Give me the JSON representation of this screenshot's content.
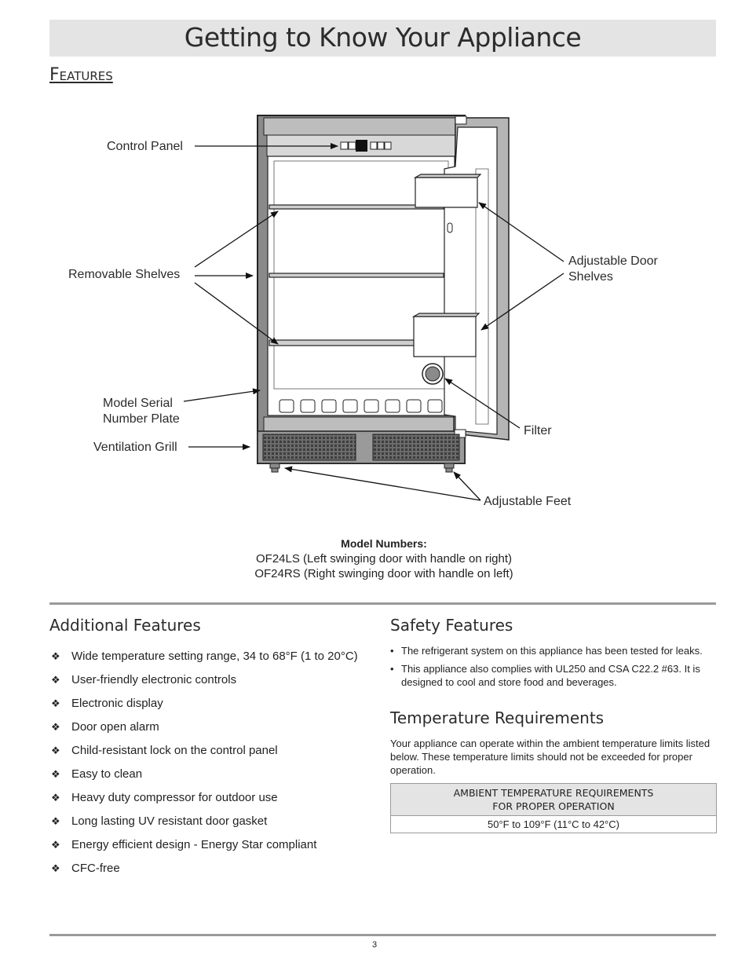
{
  "page_title": "Getting to Know Your Appliance",
  "section_heading": "Features",
  "diagram": {
    "labels": {
      "control_panel": "Control Panel",
      "removable_shelves": "Removable Shelves",
      "model_serial_line1": "Model Serial",
      "model_serial_line2": "Number Plate",
      "ventilation_grill": "Ventilation Grill",
      "adjustable_door_line1": "Adjustable Door",
      "adjustable_door_line2": "Shelves",
      "filter": "Filter",
      "adjustable_feet": "Adjustable Feet"
    }
  },
  "model_numbers": {
    "heading": "Model Numbers:",
    "line1": "OF24LS (Left swinging door with handle on right)",
    "line2": "OF24RS (Right swinging door with handle on left)"
  },
  "additional_features": {
    "heading": "Additional Features",
    "bullet_symbol": "❖",
    "items": [
      "Wide temperature setting range, 34 to 68°F (1 to 20°C)",
      "User-friendly electronic controls",
      "Electronic display",
      "Door open alarm",
      "Child-resistant lock on the control panel",
      "Easy to clean",
      "Heavy duty compressor for outdoor use",
      "Long lasting UV resistant door gasket",
      "Energy efficient design - Energy Star compliant",
      "CFC-free"
    ]
  },
  "safety_features": {
    "heading": "Safety Features",
    "bullet_symbol": "•",
    "items": [
      "The refrigerant system on this appliance has been tested for leaks.",
      "This appliance also complies with UL250 and CSA C22.2 #63. It is designed to cool and store food and beverages."
    ]
  },
  "temperature_requirements": {
    "heading": "Temperature Requirements",
    "paragraph": "Your appliance can operate within the ambient temperature limits listed below. These temperature limits should not be exceeded for proper operation.",
    "table_header_line1": "AMBIENT TEMPERATURE REQUIREMENTS",
    "table_header_line2": "FOR PROPER OPERATION",
    "table_value": "50°F to 109°F (11°C to 42°C)"
  },
  "page_number": "3"
}
